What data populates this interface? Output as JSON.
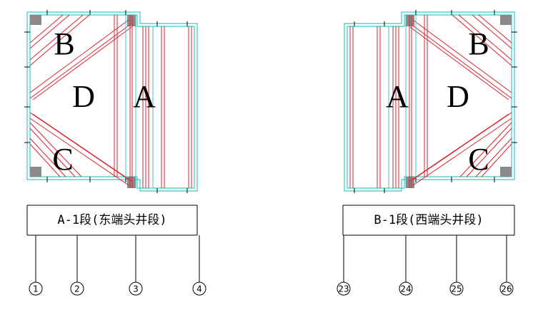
{
  "panels": [
    {
      "zones": {
        "b": "B",
        "d": "D",
        "a": "A",
        "c": "C"
      },
      "title": "A-1段(东端头井段)",
      "axes": [
        "1",
        "2",
        "3",
        "4"
      ]
    },
    {
      "zones": {
        "b": "B",
        "d": "D",
        "a": "A",
        "c": "C"
      },
      "title": "B-1段(西端头井段)",
      "axes": [
        "23",
        "24",
        "25",
        "26"
      ]
    }
  ],
  "colors": {
    "outline": "#3cc8c8",
    "hatch": "#d8262f",
    "ink": "#000000",
    "pile": "#8a8a8a"
  }
}
